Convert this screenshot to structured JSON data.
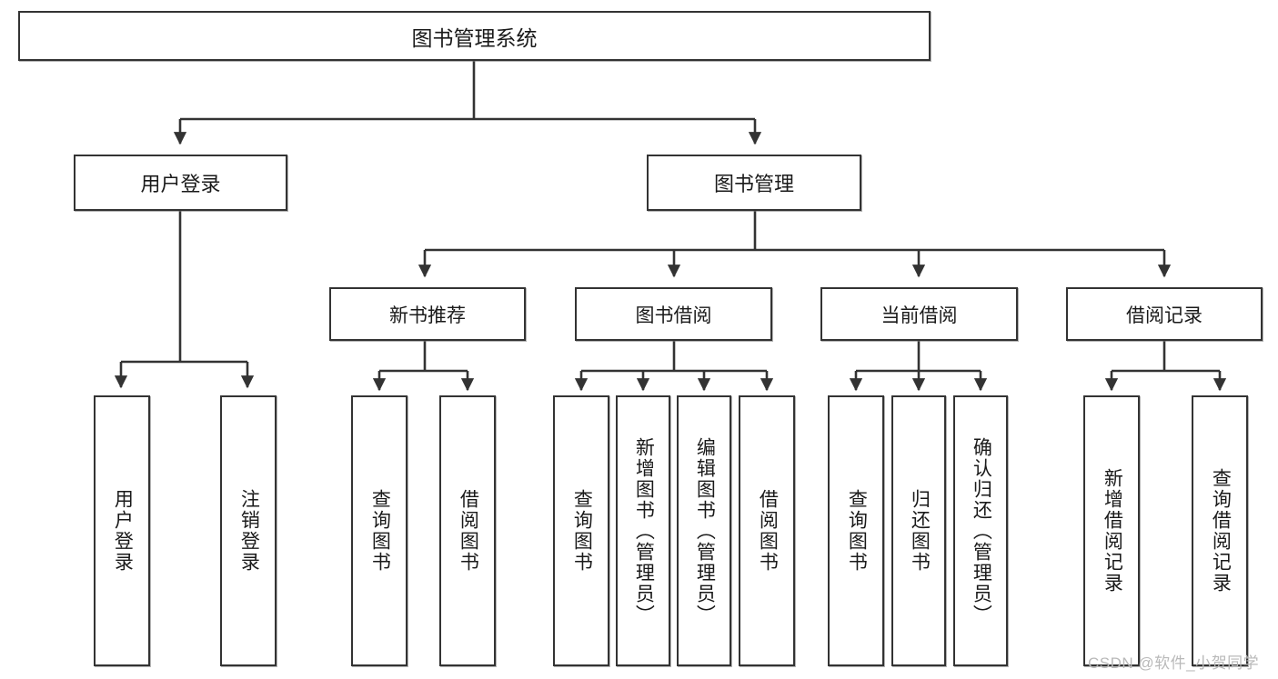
{
  "diagram": {
    "type": "tree",
    "title": "图书管理系统",
    "root": {
      "label": "图书管理系统"
    },
    "level2": [
      {
        "label": "用户登录"
      },
      {
        "label": "图书管理"
      }
    ],
    "level3": [
      {
        "label": "新书推荐"
      },
      {
        "label": "图书借阅"
      },
      {
        "label": "当前借阅"
      },
      {
        "label": "借阅记录"
      }
    ],
    "leaves": {
      "user_login": [
        {
          "label": "用户登录"
        },
        {
          "label": "注销登录"
        }
      ],
      "new_book_recommend": [
        {
          "label": "查询图书"
        },
        {
          "label": "借阅图书"
        }
      ],
      "book_borrow": [
        {
          "label": "查询图书"
        },
        {
          "label": "新增图书（管理员）"
        },
        {
          "label": "编辑图书（管理员）"
        },
        {
          "label": "借阅图书"
        }
      ],
      "current_borrow": [
        {
          "label": "查询图书"
        },
        {
          "label": "归还图书"
        },
        {
          "label": "确认归还（管理员）"
        }
      ],
      "borrow_record": [
        {
          "label": "新增借阅记录"
        },
        {
          "label": "查询借阅记录"
        }
      ]
    }
  },
  "watermark": {
    "text": "CSDN @软件_小贺同学"
  },
  "colors": {
    "stroke": "#333333",
    "background": "#ffffff",
    "text": "#1a1a1a",
    "watermark": "#b9b9b9"
  }
}
